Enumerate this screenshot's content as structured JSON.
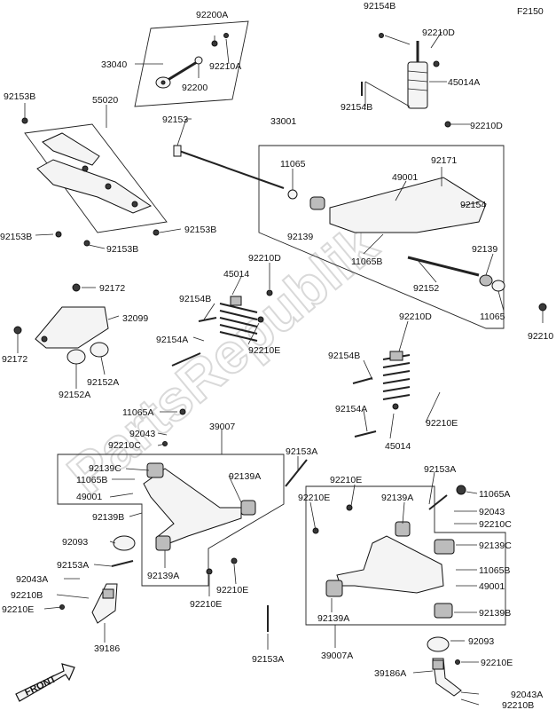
{
  "figure_code": "F2150",
  "watermark": "PartsRepublik",
  "front_arrow_label": "FRONT",
  "labels": {
    "l_92200A": "92200A",
    "l_33040": "33040",
    "l_92210A": "92210A",
    "l_92200": "92200",
    "l_92154B_top": "92154B",
    "l_92210D_top": "92210D",
    "l_45014A": "45014A",
    "l_92154B_2": "92154B",
    "l_92210D_2": "92210D",
    "l_92153B_1": "92153B",
    "l_55020": "55020",
    "l_92153": "92153",
    "l_33001": "33001",
    "l_11065_a": "11065",
    "l_49001_sw": "49001",
    "l_92171": "92171",
    "l_92154_sw": "92154",
    "l_92139_sw": "92139",
    "l_11065B_sw": "11065B",
    "l_92139_r": "92139",
    "l_92152": "92152",
    "l_11065_b": "11065",
    "l_92210": "92210",
    "l_92153B_2": "92153B",
    "l_92153B_3": "92153B",
    "l_92153B_4": "92153B",
    "l_92210D_3": "92210D",
    "l_45014_1": "45014",
    "l_92154B_3": "92154B",
    "l_92172_1": "92172",
    "l_32099": "32099",
    "l_92154A_1": "92154A",
    "l_92210E_1": "92210E",
    "l_92210D_4": "92210D",
    "l_92154B_4": "92154B",
    "l_92172_2": "92172",
    "l_92152A_1": "92152A",
    "l_92152A_2": "92152A",
    "l_92154A_2": "92154A",
    "l_92210E_2": "92210E",
    "l_45014_2": "45014",
    "l_11065A_l": "11065A",
    "l_92043_l": "92043",
    "l_92210C_l": "92210C",
    "l_39007": "39007",
    "l_92153A_1": "92153A",
    "l_92139C_l": "92139C",
    "l_11065B_l": "11065B",
    "l_49001_l": "49001",
    "l_92139B_l": "92139B",
    "l_92139A_1": "92139A",
    "l_92210E_3": "92210E",
    "l_92210E_4": "92210E",
    "l_92139A_2": "92139A",
    "l_92153A_2": "92153A",
    "l_11065A_r": "11065A",
    "l_92043_r": "92043",
    "l_92210C_r": "92210C",
    "l_92093_1": "92093",
    "l_92153A_3": "92153A",
    "l_92139C_r": "92139C",
    "l_92043A_1": "92043A",
    "l_92210B_1": "92210B",
    "l_92210E_5": "92210E",
    "l_11065B_r": "11065B",
    "l_49001_r": "49001",
    "l_92139A_3": "92139A",
    "l_92210E_6": "92210E",
    "l_92210E_7": "92210E",
    "l_92139B_r": "92139B",
    "l_39186": "39186",
    "l_92139A_4": "92139A",
    "l_92153A_4": "92153A",
    "l_39007A": "39007A",
    "l_92093_2": "92093",
    "l_92210E_8": "92210E",
    "l_39186A": "39186A",
    "l_92043A_2": "92043A",
    "l_92210B_2": "92210B"
  }
}
